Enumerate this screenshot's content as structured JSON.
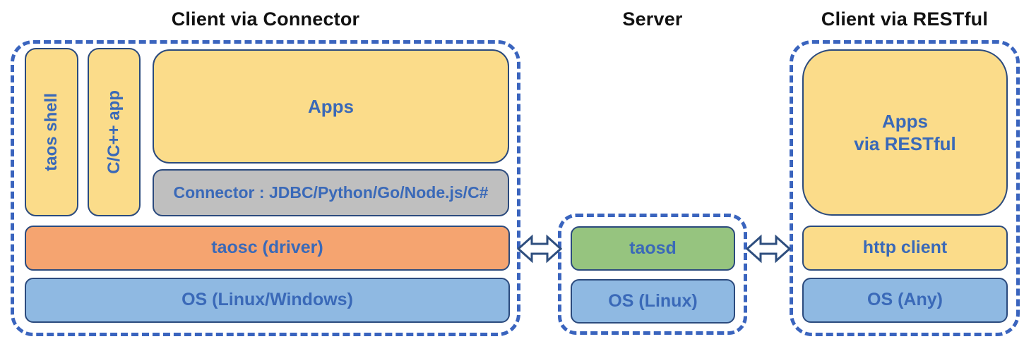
{
  "sections": {
    "client_connector": {
      "title": "Client via Connector",
      "boxes": {
        "taos_shell": "taos shell",
        "cpp_app": "C/C++ app",
        "apps": "Apps",
        "connector": "Connector : JDBC/Python/Go/Node.js/C#",
        "taosc": "taosc (driver)",
        "os": "OS (Linux/Windows)"
      }
    },
    "server": {
      "title": "Server",
      "boxes": {
        "taosd": "taosd",
        "os": "OS (Linux)"
      }
    },
    "client_restful": {
      "title": "Client via RESTful",
      "boxes": {
        "apps_line1": "Apps",
        "apps_line2": "via RESTful",
        "http_client": "http client",
        "os": "OS (Any)"
      }
    }
  },
  "icons": {
    "left_link": "bidirectional-arrow",
    "right_link": "bidirectional-arrow"
  },
  "colors": {
    "box_yellow": "#FBDC8A",
    "box_gray": "#BFBFBF",
    "box_orange": "#F5A470",
    "box_blue": "#8FB9E2",
    "box_green": "#96C47F",
    "dashed_border": "#3A64BE",
    "solid_border": "#2B4A7D",
    "label_text": "#3A69B8",
    "title_text": "#111111"
  }
}
